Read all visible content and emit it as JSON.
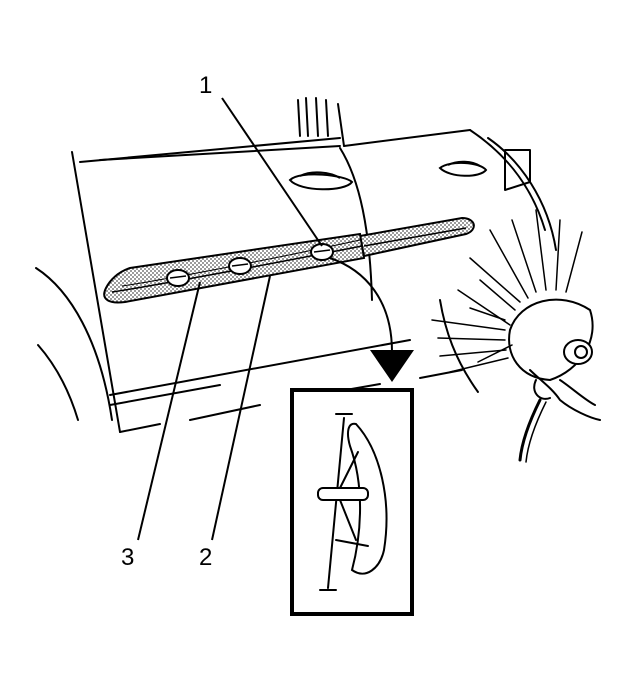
{
  "callouts": [
    {
      "id": "1",
      "label": "1"
    },
    {
      "id": "2",
      "label": "2"
    },
    {
      "id": "3",
      "label": "3"
    }
  ],
  "colors": {
    "line": "#000000",
    "background": "#ffffff",
    "molding_fill": "#c8c8c8"
  }
}
